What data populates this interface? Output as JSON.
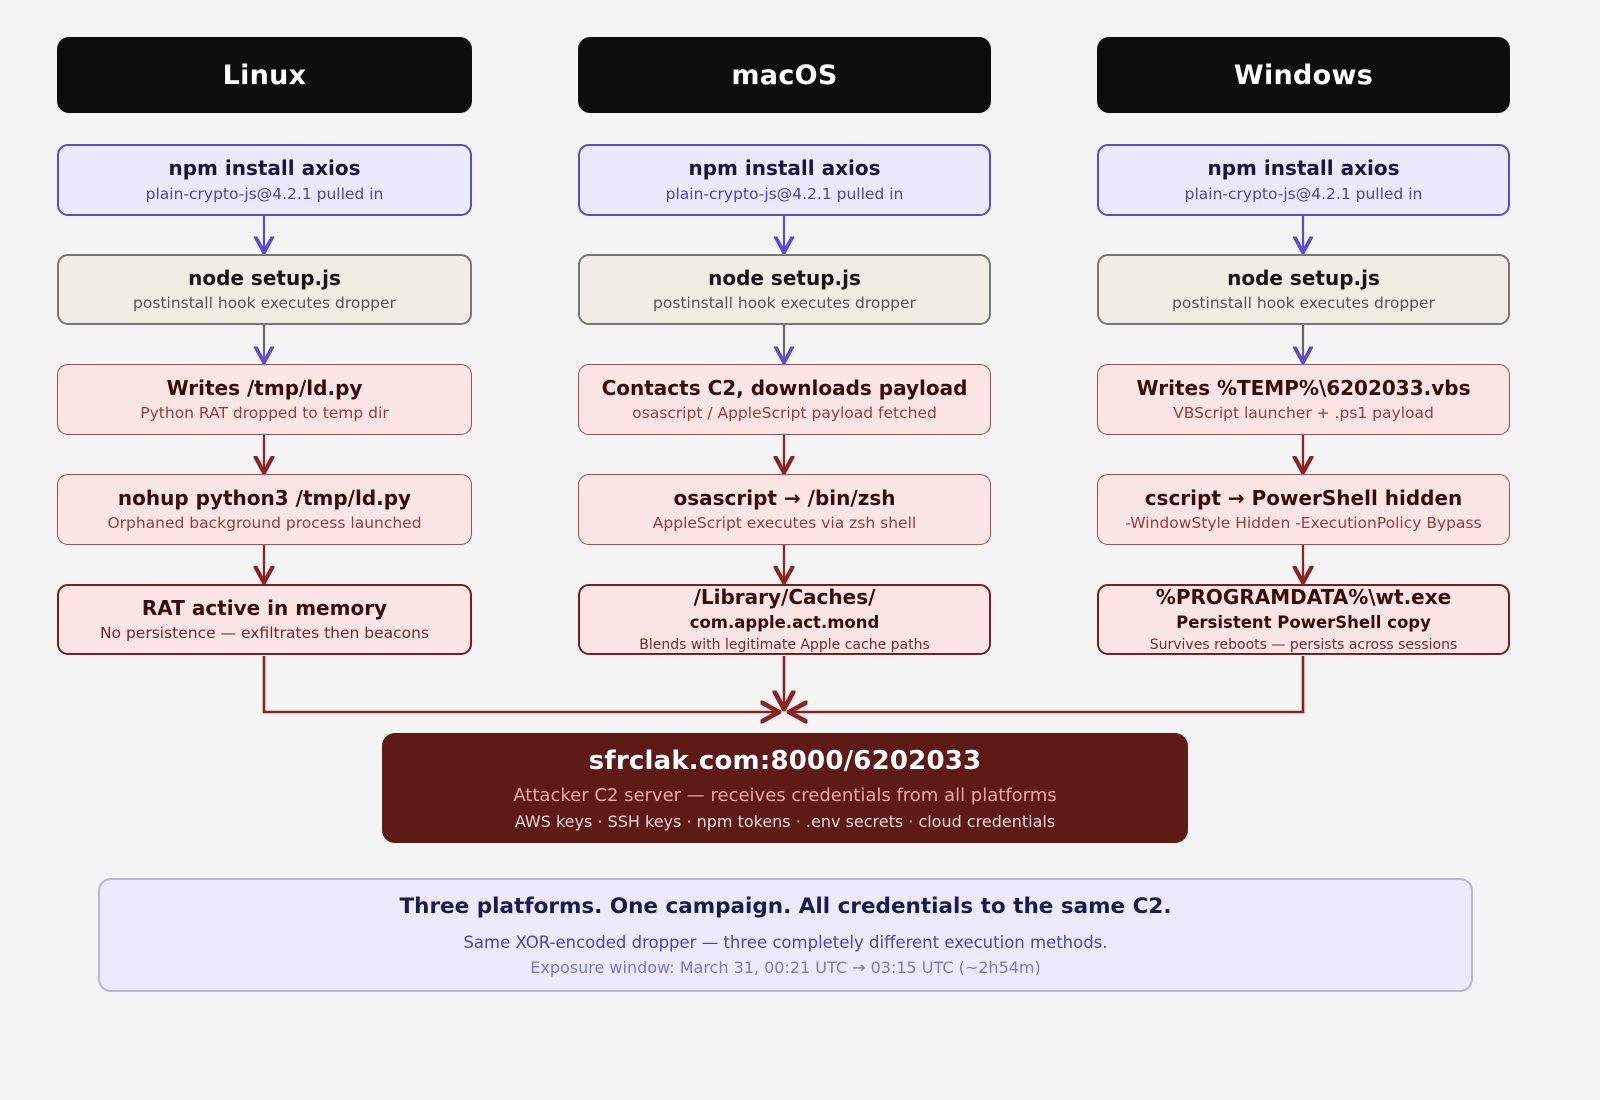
{
  "diagram": {
    "title": "Cross-platform npm supply-chain dropper execution flow",
    "background_color": "#f4f4f4"
  },
  "colors": {
    "header_bg": "#0d0d0d",
    "purple_fill": "#ebeafd",
    "purple_border": "#5b4ad6",
    "neutral_fill": "#f0ede4",
    "neutral_border": "#767676",
    "red_fill": "#fbe5e5",
    "red_border": "#b4484b",
    "red_strong_border": "#7d1d1d",
    "c2_fill": "#5e1a17",
    "summary_fill": "#eceafc",
    "summary_border": "#b9b2ee",
    "arrow_purple": "#5b4ad6",
    "arrow_gray": "#666666",
    "arrow_red": "#8e2222"
  },
  "columns": [
    {
      "header": "Linux",
      "steps": [
        {
          "title": "npm install axios",
          "sub": "plain-crypto-js@4.2.1 pulled in",
          "style": "purple"
        },
        {
          "title": "node setup.js",
          "sub": "postinstall hook executes dropper",
          "style": "neutral"
        },
        {
          "title": "Writes /tmp/ld.py",
          "sub": "Python RAT dropped to temp dir",
          "style": "red"
        },
        {
          "title": "nohup python3 /tmp/ld.py",
          "sub": "Orphaned background process launched",
          "style": "red"
        },
        {
          "title": "RAT active in memory",
          "sub": "No persistence — exfiltrates then beacons",
          "style": "red-strong"
        }
      ]
    },
    {
      "header": "macOS",
      "steps": [
        {
          "title": "npm install axios",
          "sub": "plain-crypto-js@4.2.1 pulled in",
          "style": "purple"
        },
        {
          "title": "node setup.js",
          "sub": "postinstall hook executes dropper",
          "style": "neutral"
        },
        {
          "title": "Contacts C2, downloads payload",
          "sub": "osascript / AppleScript payload fetched",
          "style": "red"
        },
        {
          "title": "osascript → /bin/zsh",
          "sub": "AppleScript executes via zsh shell",
          "style": "red"
        },
        {
          "title": "/Library/Caches/",
          "sub": "com.apple.act.mond",
          "note": "Blends with legitimate Apple cache paths",
          "style": "red-strong"
        }
      ]
    },
    {
      "header": "Windows",
      "steps": [
        {
          "title": "npm install axios",
          "sub": "plain-crypto-js@4.2.1 pulled in",
          "style": "purple"
        },
        {
          "title": "node setup.js",
          "sub": "postinstall hook executes dropper",
          "style": "neutral"
        },
        {
          "title": "Writes %TEMP%\\6202033.vbs",
          "sub": "VBScript launcher + .ps1 payload",
          "style": "red"
        },
        {
          "title": "cscript → PowerShell hidden",
          "sub": "-WindowStyle Hidden -ExecutionPolicy Bypass",
          "style": "red"
        },
        {
          "title": "%PROGRAMDATA%\\wt.exe",
          "sub": "Persistent PowerShell copy",
          "note": "Survives reboots — persists across sessions",
          "style": "red-strong"
        }
      ]
    }
  ],
  "c2": {
    "title": "sfrclak.com:8000/6202033",
    "subtitle": "Attacker C2 server — receives credentials from all platforms",
    "loot": "AWS keys · SSH keys · npm tokens · .env secrets · cloud credentials"
  },
  "summary": {
    "headline": "Three platforms. One campaign. All credentials to the same C2.",
    "line2": "Same XOR-encoded dropper — three completely different execution methods.",
    "line3": "Exposure window: March 31, 00:21 UTC → 03:15 UTC (~2h54m)"
  }
}
